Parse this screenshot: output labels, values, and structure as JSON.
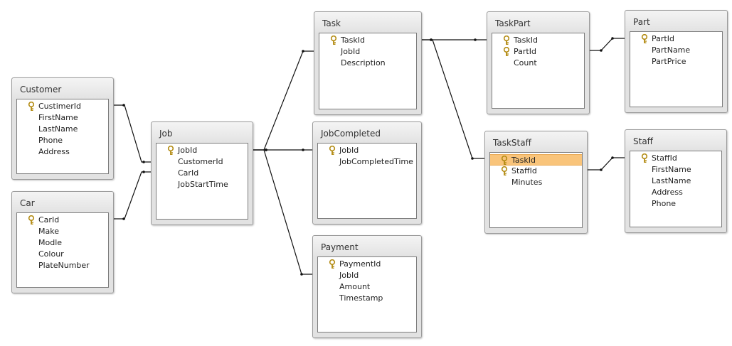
{
  "diagram": {
    "tables": {
      "customer": {
        "name": "Customer",
        "fields": [
          {
            "label": "CustimerId",
            "key": true
          },
          {
            "label": "FirstName"
          },
          {
            "label": "LastName"
          },
          {
            "label": "Phone"
          },
          {
            "label": "Address"
          }
        ]
      },
      "car": {
        "name": "Car",
        "fields": [
          {
            "label": "CarId",
            "key": true
          },
          {
            "label": "Make"
          },
          {
            "label": "Modle"
          },
          {
            "label": "Colour"
          },
          {
            "label": "PlateNumber"
          }
        ]
      },
      "job": {
        "name": "Job",
        "fields": [
          {
            "label": "JobId",
            "key": true
          },
          {
            "label": "CustomerId"
          },
          {
            "label": "CarId"
          },
          {
            "label": "JobStartTime"
          }
        ]
      },
      "task": {
        "name": "Task",
        "fields": [
          {
            "label": "TaskId",
            "key": true
          },
          {
            "label": "JobId"
          },
          {
            "label": "Description"
          }
        ]
      },
      "jobcompleted": {
        "name": "JobCompleted",
        "fields": [
          {
            "label": "JobId",
            "key": true
          },
          {
            "label": "JobCompletedTime"
          }
        ]
      },
      "payment": {
        "name": "Payment",
        "fields": [
          {
            "label": "PaymentId",
            "key": true
          },
          {
            "label": "JobId"
          },
          {
            "label": "Amount"
          },
          {
            "label": "Timestamp"
          }
        ]
      },
      "taskpart": {
        "name": "TaskPart",
        "fields": [
          {
            "label": "TaskId",
            "key": true
          },
          {
            "label": "PartId",
            "key": true
          },
          {
            "label": "Count"
          }
        ]
      },
      "part": {
        "name": "Part",
        "fields": [
          {
            "label": "PartId",
            "key": true
          },
          {
            "label": "PartName"
          },
          {
            "label": "PartPrice"
          }
        ]
      },
      "taskstaff": {
        "name": "TaskStaff",
        "fields": [
          {
            "label": "TaskId",
            "key": true,
            "selected": true
          },
          {
            "label": "StaffId",
            "key": true
          },
          {
            "label": "Minutes"
          }
        ]
      },
      "staff": {
        "name": "Staff",
        "fields": [
          {
            "label": "StaffId",
            "key": true
          },
          {
            "label": "FirstName"
          },
          {
            "label": "LastName"
          },
          {
            "label": "Address"
          },
          {
            "label": "Phone"
          }
        ]
      }
    },
    "relationships": [
      {
        "from": "customer",
        "from_field": "CustimerId",
        "to": "job",
        "to_field": "CustomerId"
      },
      {
        "from": "car",
        "from_field": "CarId",
        "to": "job",
        "to_field": "CarId"
      },
      {
        "from": "job",
        "from_field": "JobId",
        "to": "task",
        "to_field": "JobId"
      },
      {
        "from": "job",
        "from_field": "JobId",
        "to": "jobcompleted",
        "to_field": "JobId"
      },
      {
        "from": "job",
        "from_field": "JobId",
        "to": "payment",
        "to_field": "JobId"
      },
      {
        "from": "task",
        "from_field": "TaskId",
        "to": "taskpart",
        "to_field": "TaskId"
      },
      {
        "from": "task",
        "from_field": "TaskId",
        "to": "taskstaff",
        "to_field": "TaskId"
      },
      {
        "from": "part",
        "from_field": "PartId",
        "to": "taskpart",
        "to_field": "PartId"
      },
      {
        "from": "staff",
        "from_field": "StaffId",
        "to": "taskstaff",
        "to_field": "StaffId"
      }
    ],
    "colors": {
      "selected_row": "#f9c47a",
      "key_icon": "#c9a227",
      "line": "#111111"
    }
  }
}
